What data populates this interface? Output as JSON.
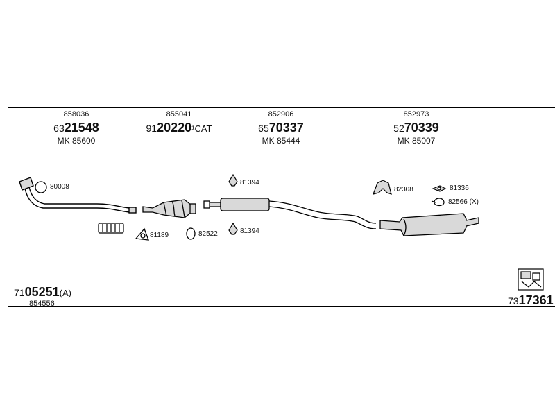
{
  "references": [
    {
      "top": "858036",
      "prefix": "63",
      "main": "21548",
      "suffix": "",
      "mk": "MK  85600"
    },
    {
      "top": "855041",
      "prefix": "91",
      "main": "20220",
      "suffix": "¹CAT",
      "mk": ""
    },
    {
      "top": "852906",
      "prefix": "65",
      "main": "70337",
      "suffix": "",
      "mk": "MK  85444"
    },
    {
      "top": "852973",
      "prefix": "52",
      "main": "70339",
      "suffix": "",
      "mk": "MK  85007"
    }
  ],
  "parts": {
    "gasket_front": "80008",
    "clamp_a": "81394",
    "clamp_b": "81394",
    "gasket_cat": "81189",
    "ring_mid": "82522",
    "bracket_rear": "82308",
    "hanger_rear": "81336",
    "ring_rear": "82566 (X)"
  },
  "kit_left": {
    "prefix": "71",
    "main": "05251",
    "suffix": "(A)",
    "sub": "854556"
  },
  "kit_right": {
    "prefix": "73",
    "main": "17361"
  },
  "colors": {
    "line": "#000000",
    "fill": "#d9d9d9"
  }
}
